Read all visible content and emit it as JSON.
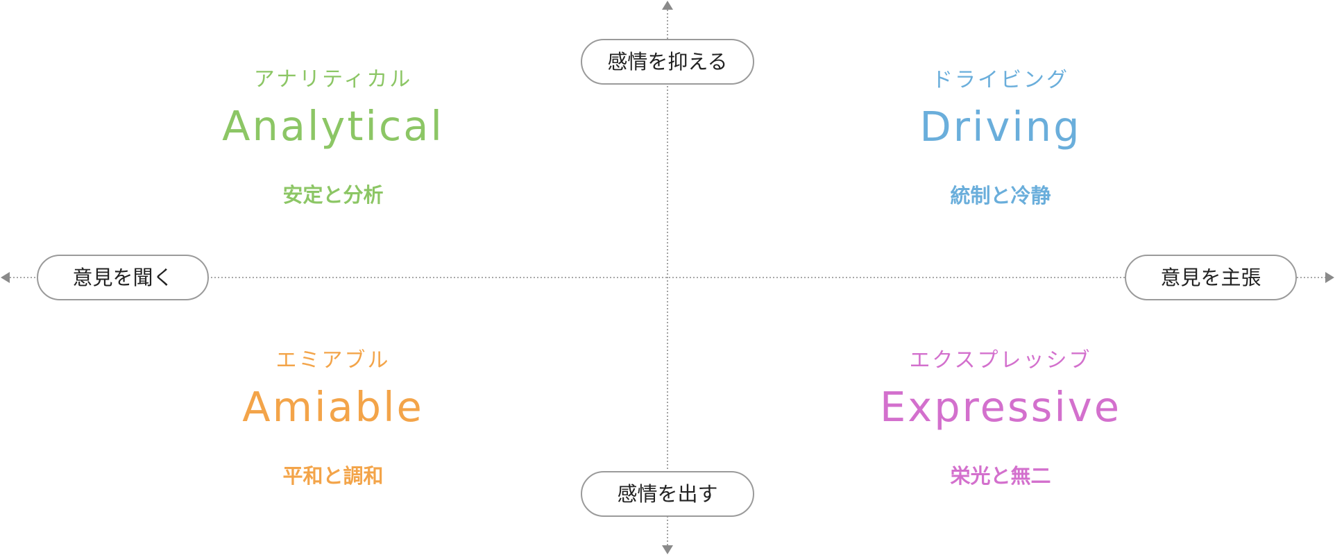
{
  "axes": {
    "top": "感情を抑える",
    "bottom": "感情を出す",
    "left": "意見を聞く",
    "right": "意見を主張",
    "line_color": "#8a8a8a"
  },
  "quadrants": {
    "analytical": {
      "kana": "アナリティカル",
      "english": "Analytical",
      "slogan": "安定と分析",
      "color": "#8cc665"
    },
    "driving": {
      "kana": "ドライビング",
      "english": "Driving",
      "slogan": "統制と冷静",
      "color": "#6aaedb"
    },
    "amiable": {
      "kana": "エミアブル",
      "english": "Amiable",
      "slogan": "平和と調和",
      "color": "#f3a449"
    },
    "expressive": {
      "kana": "エクスプレッシブ",
      "english": "Expressive",
      "slogan": "栄光と無二",
      "color": "#d370cd"
    }
  }
}
